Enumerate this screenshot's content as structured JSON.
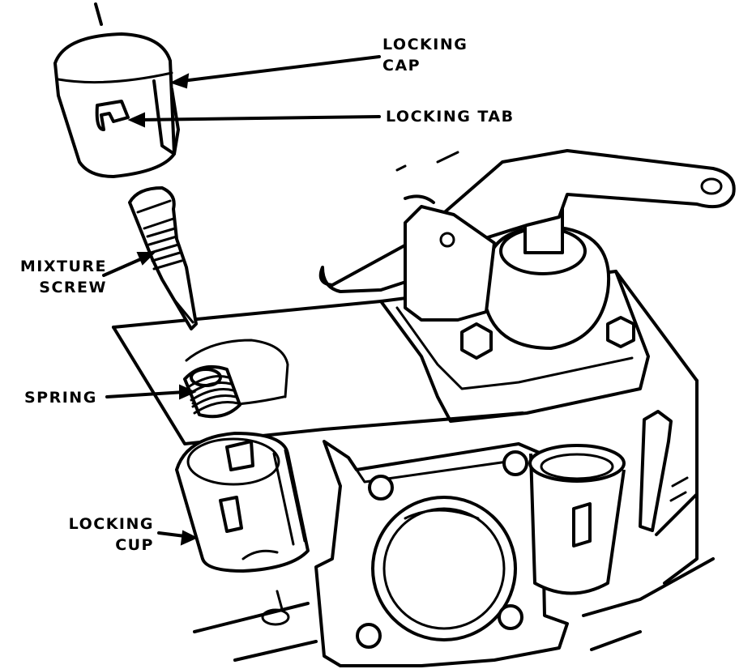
{
  "labels": {
    "locking_cap": [
      "LOCKING",
      "CAP"
    ],
    "locking_tab": "LOCKING TAB",
    "mixture_screw": [
      "MIXTURE",
      "SCREW"
    ],
    "spring": "SPRING",
    "locking_cup": [
      "LOCKING",
      "CUP"
    ]
  },
  "colors": {
    "ink": "#000000",
    "paper": "#ffffff"
  }
}
